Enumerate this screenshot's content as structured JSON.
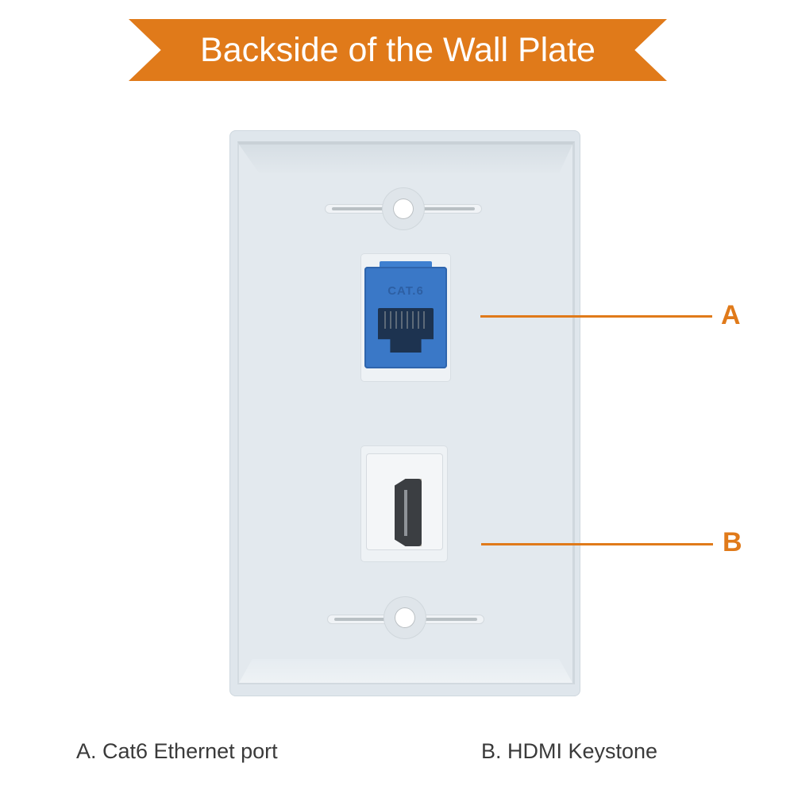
{
  "banner": {
    "title": "Backside of the Wall Plate",
    "color": "#e07a1a"
  },
  "plate": {
    "port_a": {
      "type": "ethernet-keystone",
      "label": "CAT.6",
      "color": "#3a78c7"
    },
    "port_b": {
      "type": "hdmi-keystone",
      "color": "#f4f6f8"
    }
  },
  "callouts": [
    {
      "letter": "A"
    },
    {
      "letter": "B"
    }
  ],
  "captions": [
    {
      "text": "A. Cat6 Ethernet port"
    },
    {
      "text": "B. HDMI Keystone"
    }
  ]
}
